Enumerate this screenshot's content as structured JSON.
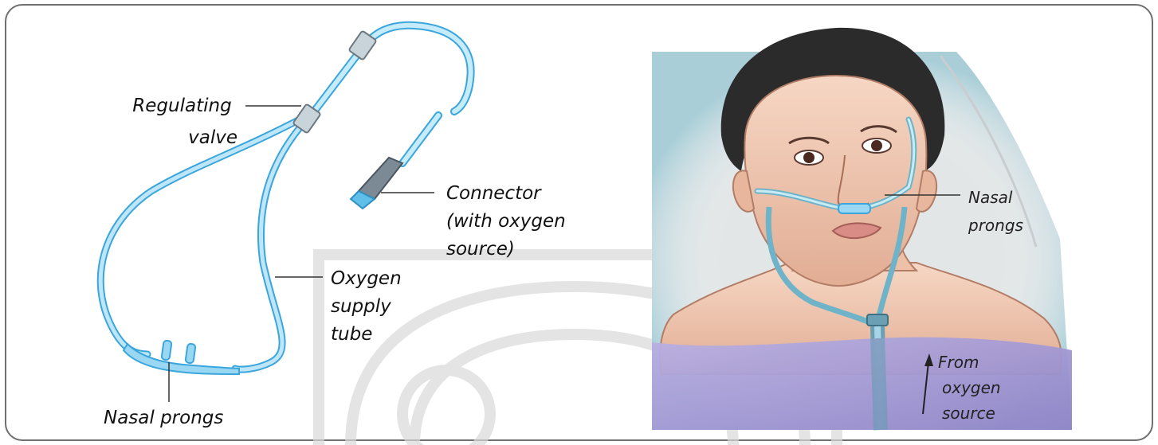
{
  "left_diagram": {
    "labels": {
      "regulating_valve": [
        "Regulating",
        "valve"
      ],
      "connector": [
        "Connector",
        "(with oxygen",
        "source)"
      ],
      "oxygen_supply_tube": [
        "Oxygen",
        "supply",
        "tube"
      ],
      "nasal_prongs": "Nasal prongs"
    }
  },
  "right_illustration": {
    "labels": {
      "nasal_prongs": [
        "Nasal",
        "prongs"
      ],
      "from_oxygen_source": [
        "From",
        "oxygen",
        "source"
      ]
    }
  },
  "colors": {
    "tube": "#7fcdf0",
    "tube_dark": "#3aa6dc",
    "frame": "#6f6f6f",
    "blanket": "#a59ad6",
    "skin": "#f0cbb6",
    "hair": "#2b2b2b",
    "pillow": "#e4e7e8"
  }
}
